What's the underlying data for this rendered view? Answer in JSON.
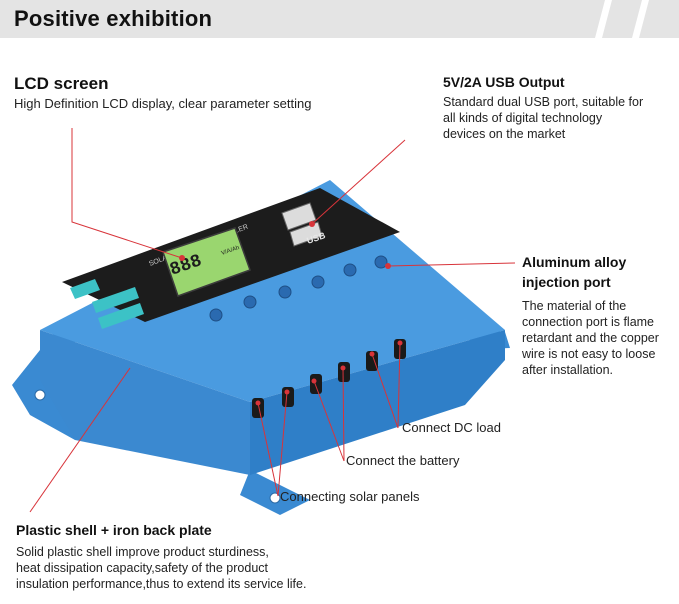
{
  "banner": {
    "title": "Positive exhibition"
  },
  "callouts": {
    "lcd": {
      "title": "LCD screen",
      "text": "High Definition LCD display, clear parameter setting"
    },
    "usb": {
      "title": "5V/2A USB Output",
      "lines": [
        "Standard dual USB port, suitable for",
        "all kinds of digital technology",
        "devices on the market"
      ]
    },
    "aluminum": {
      "title_lines": [
        "Aluminum alloy",
        "injection port"
      ],
      "lines": [
        "The material of the",
        "connection port is flame",
        "retardant and the copper",
        "wire is not easy to loose",
        "after installation."
      ]
    },
    "dc_load": {
      "label": "Connect DC load"
    },
    "battery": {
      "label": "Connect the battery"
    },
    "solar": {
      "label": "Connecting solar panels"
    },
    "shell": {
      "title": "Plastic shell + iron back plate",
      "lines": [
        "Solid plastic shell improve product sturdiness,",
        "heat dissipation capacity,safety of the product",
        "insulation performance,thus to extend its service life."
      ]
    }
  },
  "device": {
    "panel_title": "SOLAR CHARGE CONTROLLER",
    "lcd_digits": "888",
    "lcd_units": "V/A/Ah",
    "usb_label": "USB"
  },
  "colors": {
    "shell": "#3d8fd6",
    "panel": "#1a1a1a",
    "lcd": "#8fd36a",
    "line": "#d8343a",
    "banner": "#e2e2e2"
  }
}
